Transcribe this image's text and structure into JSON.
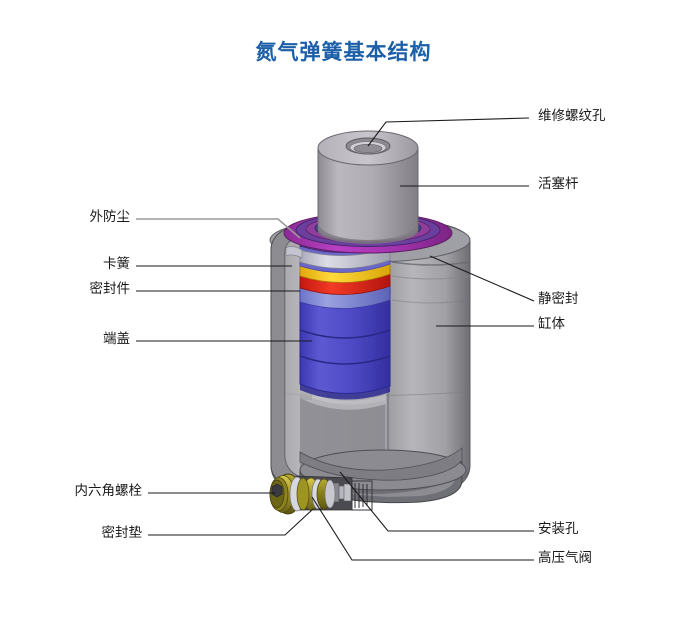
{
  "title": "氮气弹簧基本结构",
  "title_color": "#1b5fa8",
  "background_color": "#ffffff",
  "diagram": {
    "subject": "nitrogen-gas-spring-cutaway",
    "leader_line_color": "#1a1a1a",
    "dust_seal_leader_color": "#9a9a9a"
  },
  "labels": {
    "right": [
      {
        "id": "service-thread-hole",
        "text": "维修螺纹孔"
      },
      {
        "id": "piston-rod",
        "text": "活塞杆"
      },
      {
        "id": "static-seal",
        "text": "静密封"
      },
      {
        "id": "cylinder-body",
        "text": "缸体"
      },
      {
        "id": "mounting-hole",
        "text": "安装孔"
      },
      {
        "id": "high-pressure-valve",
        "text": "高压气阀"
      }
    ],
    "left": [
      {
        "id": "outer-dust-seal",
        "text": "外防尘"
      },
      {
        "id": "snap-ring",
        "text": "卡簧"
      },
      {
        "id": "seal-element",
        "text": "密封件"
      },
      {
        "id": "end-cap",
        "text": "端盖"
      },
      {
        "id": "hex-socket-bolt",
        "text": "内六角螺栓"
      },
      {
        "id": "seal-gasket",
        "text": "密封垫"
      }
    ]
  },
  "part_colors": {
    "cylinder_grey": "#a3a3a6",
    "cylinder_grey_dark": "#6f6f74",
    "cylinder_grey_light": "#c7c7cb",
    "piston_rod_grey": "#b0adb2",
    "dust_seal_magenta": "#a82fb0",
    "dust_seal_purple": "#6b2f96",
    "snap_ring_silver": "#c8c9d4",
    "seal_yellow": "#f4c51c",
    "seal_red": "#e02318",
    "end_cap_blue": "#4a46c8",
    "end_cap_blue_light": "#7f86d8",
    "valve_olive": "#9d9327",
    "valve_gold": "#cfc04a",
    "valve_dark": "#3c3c40"
  }
}
